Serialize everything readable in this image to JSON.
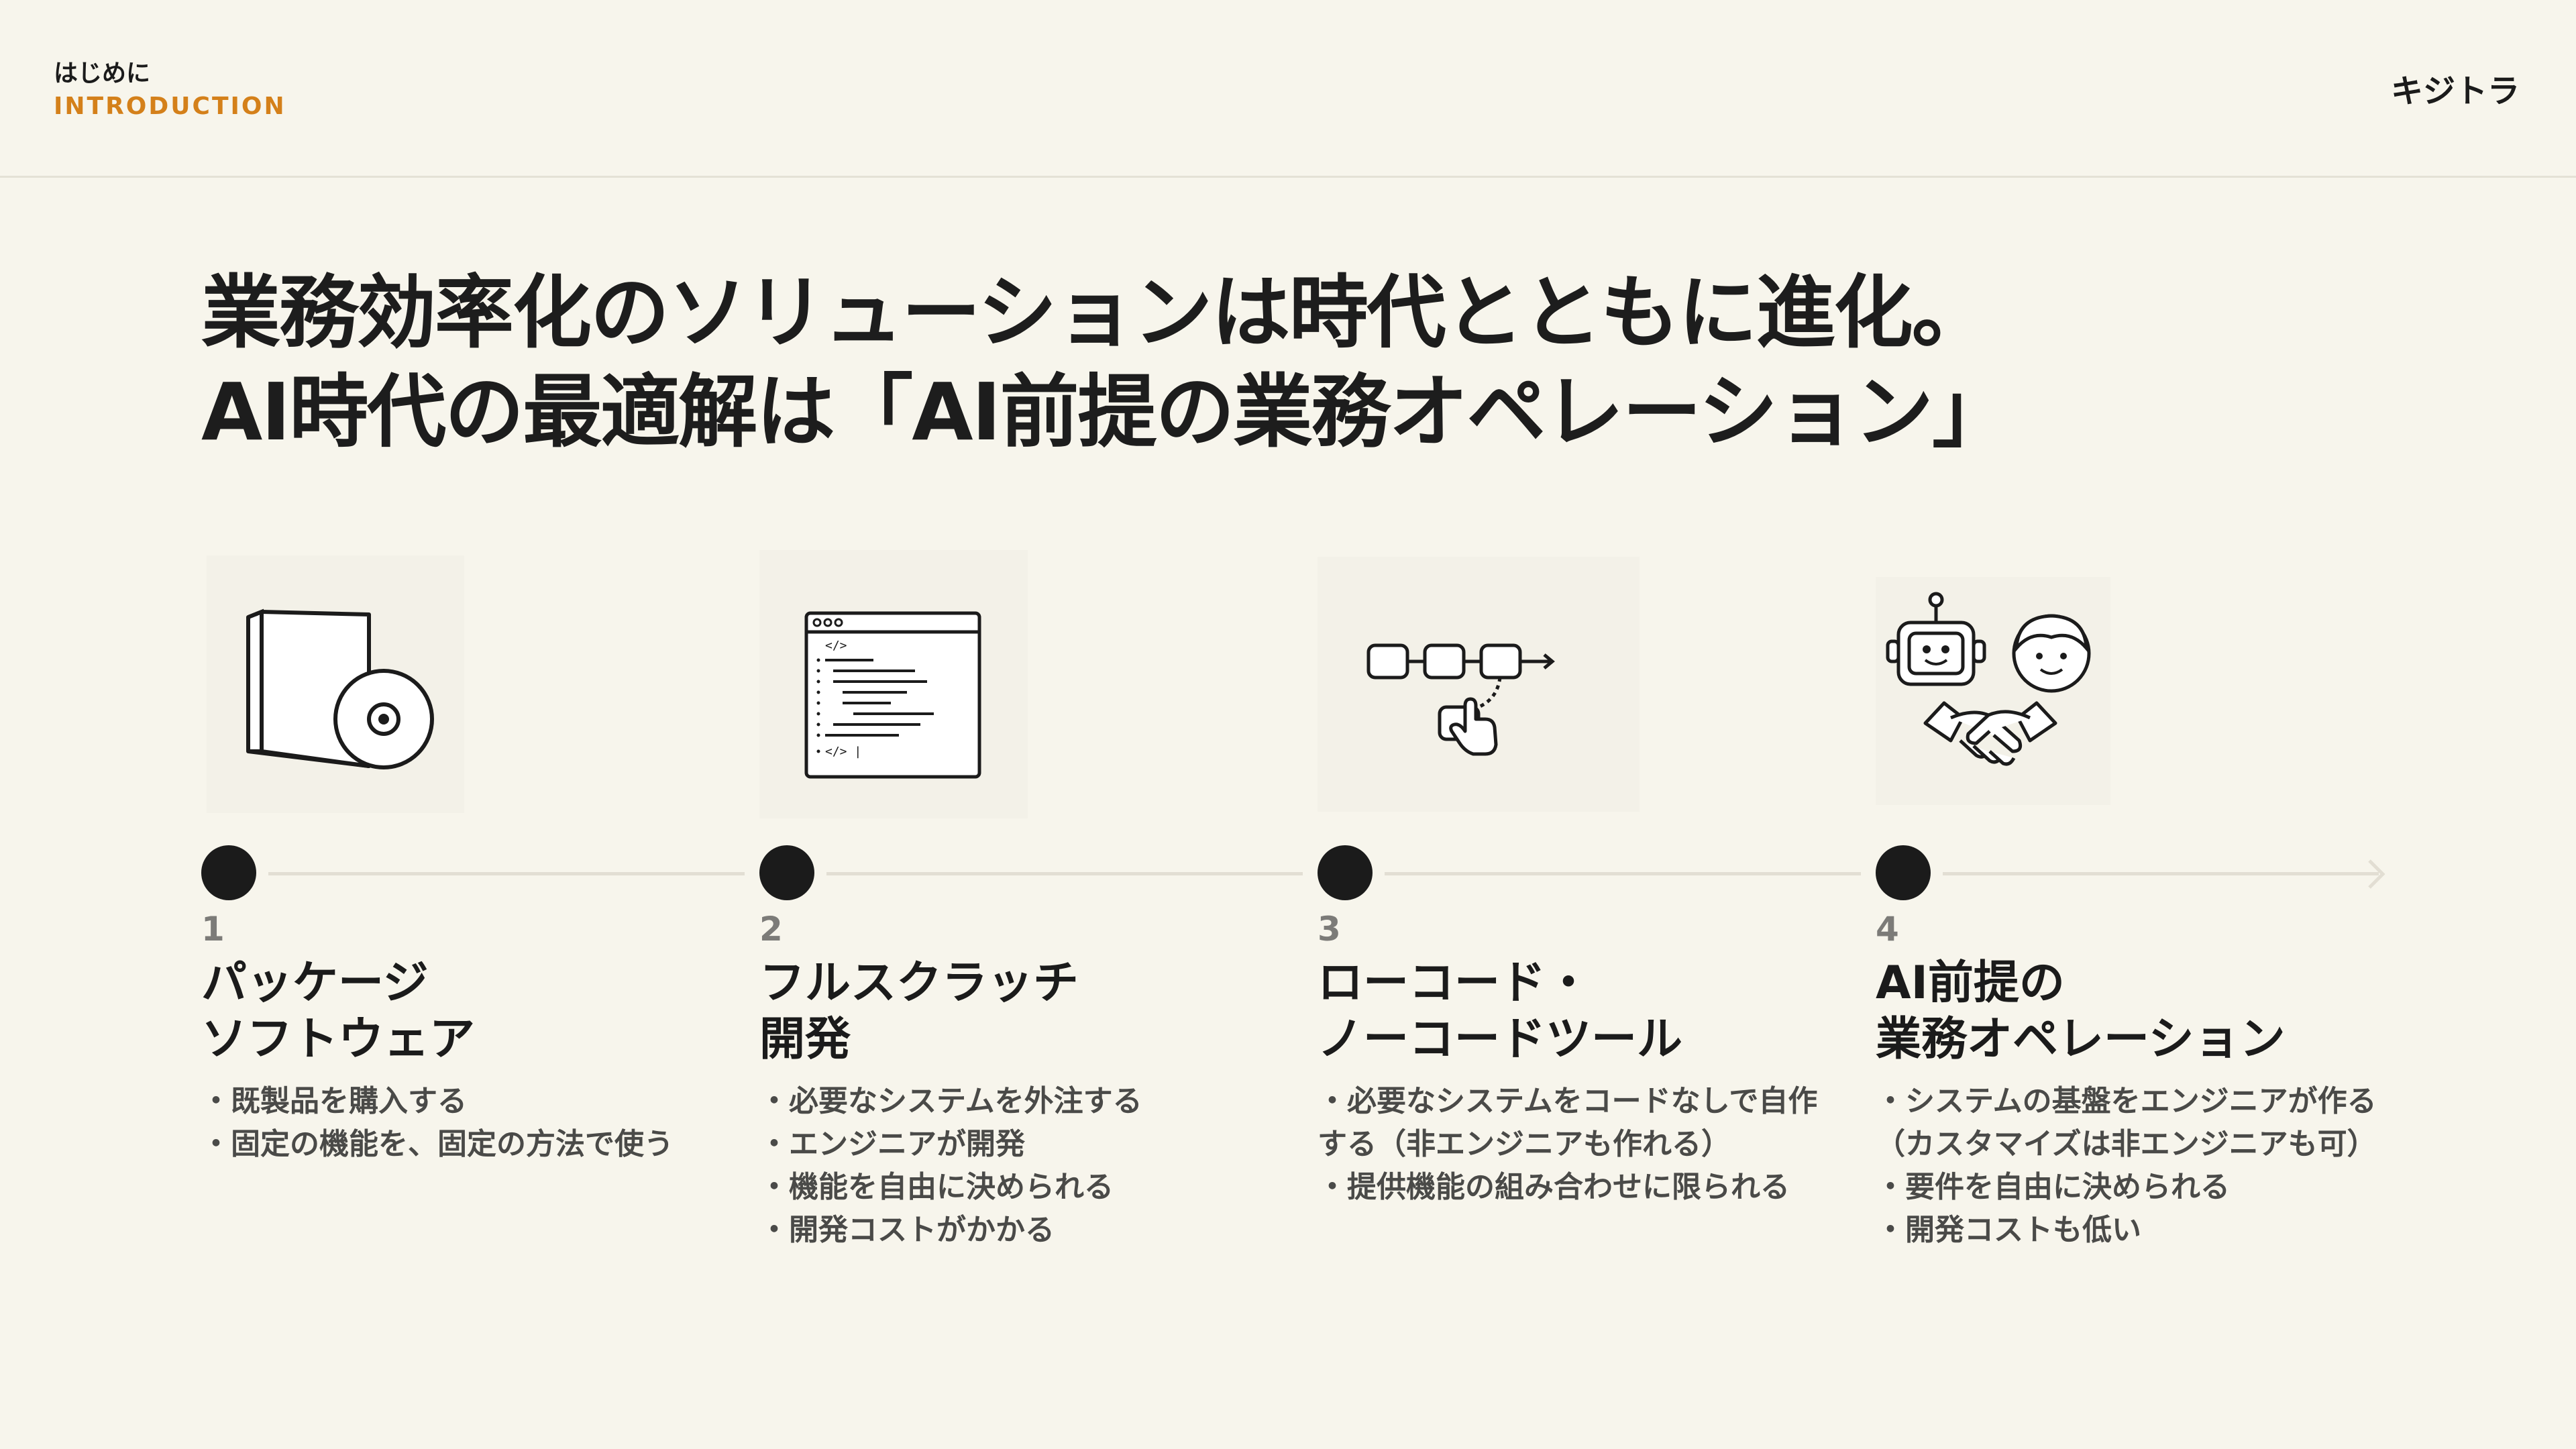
{
  "header": {
    "section_jp": "はじめに",
    "section_en": "INTRODUCTION",
    "brand": "キジトラ"
  },
  "headline": {
    "line1": "業務効率化のソリューションは時代とともに進化。",
    "line2": "AI時代の最適解は「AI前提の業務オペレーション」"
  },
  "steps": [
    {
      "number": "1",
      "title_line1": "パッケージ",
      "title_line2": "ソフトウェア",
      "icon": "software-package-icon",
      "bullets": [
        "・既製品を購入する",
        "・固定の機能を、固定の方法で使う"
      ]
    },
    {
      "number": "2",
      "title_line1": "フルスクラッチ",
      "title_line2": "開発",
      "icon": "code-editor-icon",
      "bullets": [
        "・必要なシステムを外注する",
        "・エンジニアが開発",
        "・機能を自由に決められる",
        "・開発コストがかかる"
      ]
    },
    {
      "number": "3",
      "title_line1": "ローコード・",
      "title_line2": "ノーコードツール",
      "icon": "workflow-blocks-icon",
      "bullets": [
        "・必要なシステムをコードなしで自作",
        "する（非エンジニアも作れる）",
        "・提供機能の組み合わせに限られる"
      ]
    },
    {
      "number": "4",
      "title_line1": "AI前提の",
      "title_line2": "業務オペレーション",
      "icon": "robot-human-handshake-icon",
      "bullets": [
        "・システムの基盤をエンジニアが作る",
        "（カスタマイズは非エンジニアも可）",
        "・要件を自由に決められる",
        "・開発コストも低い"
      ]
    }
  ]
}
